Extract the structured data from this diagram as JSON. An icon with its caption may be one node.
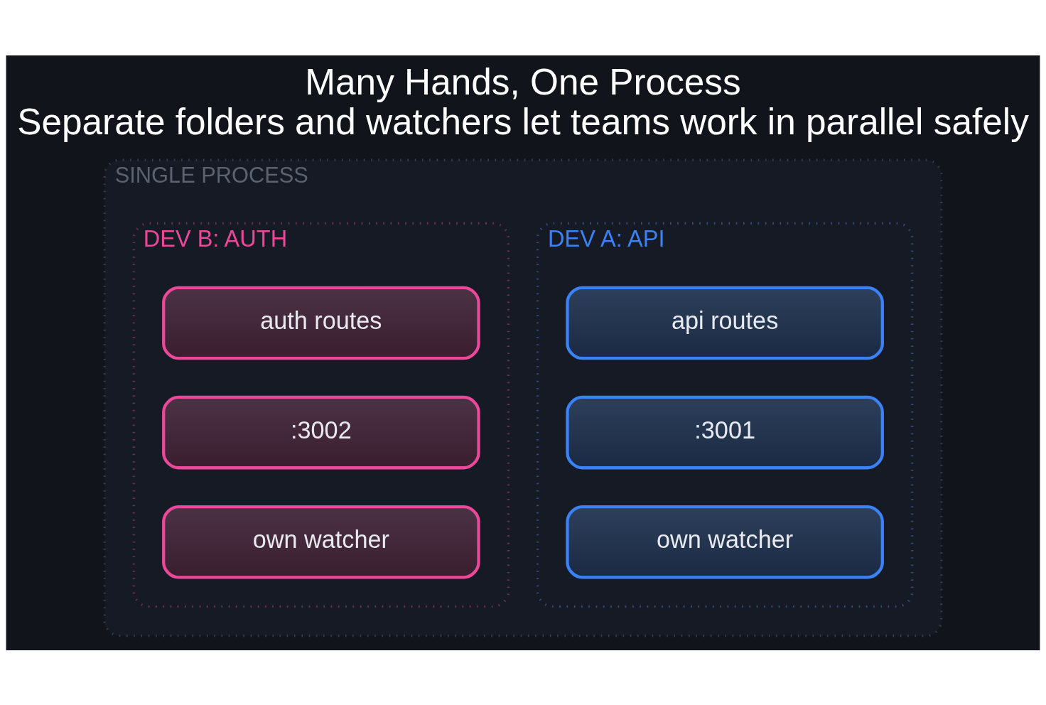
{
  "diagram": {
    "title": "Many Hands, One Process",
    "caption": "Separate folders and watchers let teams work in parallel safely",
    "nodes": [
      {
        "text": [
          "SINGLE PROCESS"
        ]
      },
      {
        "text": [
          "DEV A: API"
        ],
        "in": 0
      },
      {
        "text": [
          "api routes"
        ],
        "in": 1
      },
      {
        "text": [
          ":3001"
        ],
        "in": 1
      },
      {
        "text": [
          "own watcher"
        ],
        "in": 1
      },
      {
        "text": [
          "DEV B: AUTH"
        ],
        "in": 0
      },
      {
        "text": [
          "auth routes"
        ],
        "in": 5
      },
      {
        "text": [
          ":3002"
        ],
        "in": 5
      },
      {
        "text": [
          "own watcher"
        ],
        "in": 5
      }
    ],
    "edges": []
  }
}
